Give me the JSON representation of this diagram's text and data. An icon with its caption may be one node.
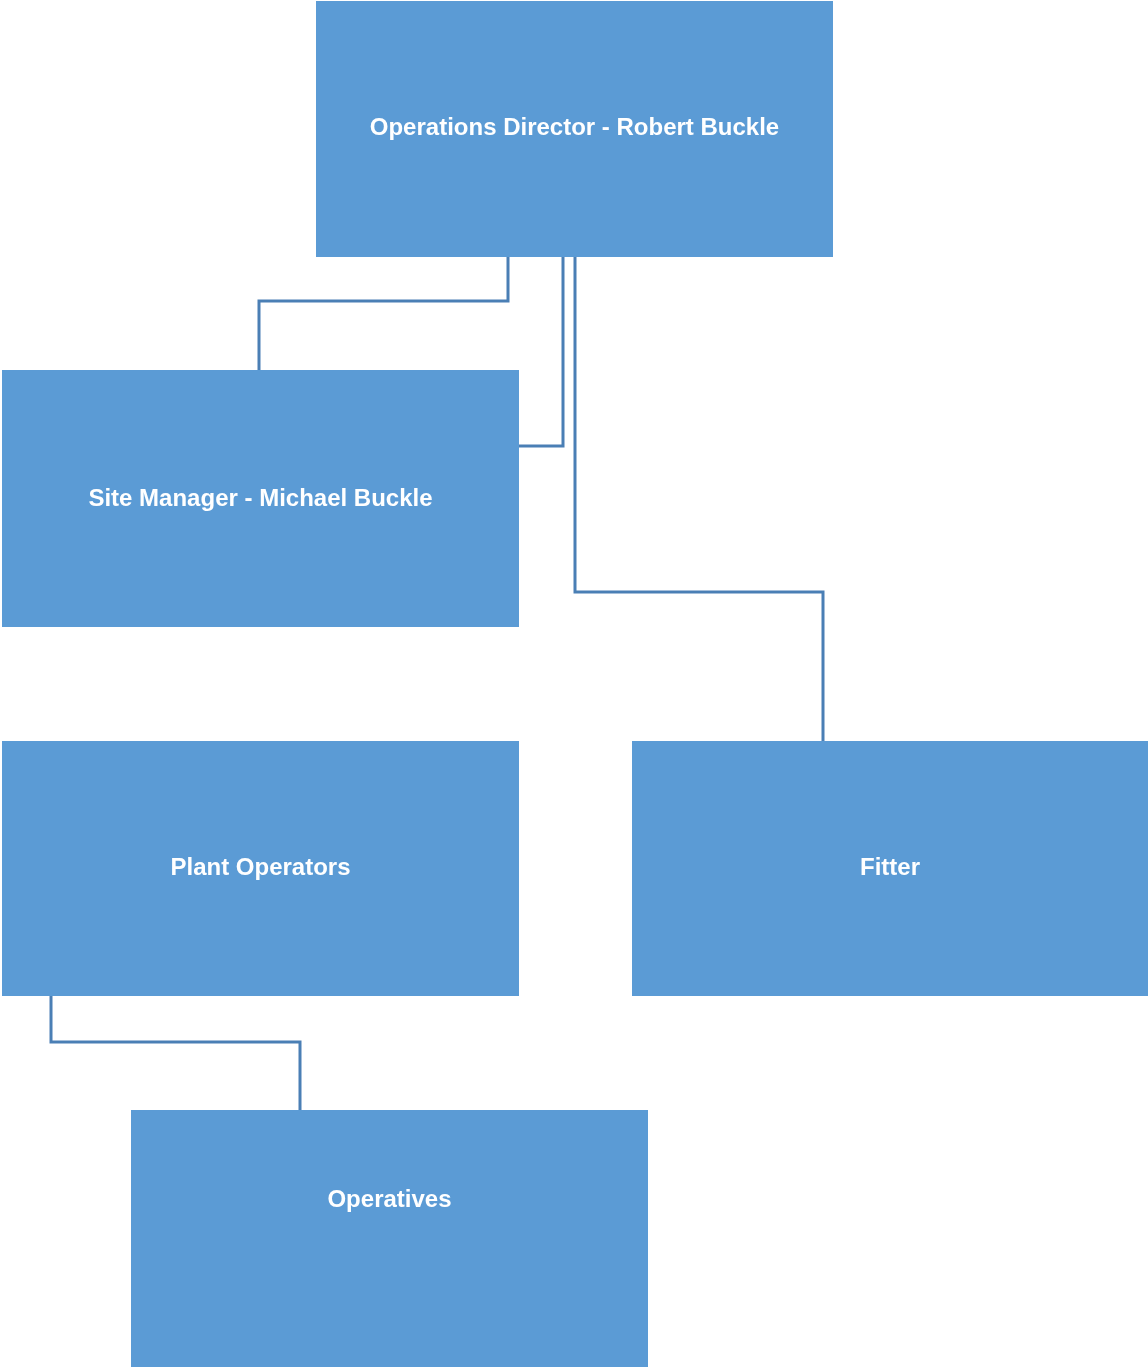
{
  "diagram": {
    "nodes": [
      {
        "text": [
          "Operations Director - Robert Buckle"
        ]
      },
      {
        "text": [
          "Site Manager - Michael Buckle"
        ]
      },
      {
        "text": [
          "Plant Operators"
        ]
      },
      {
        "text": [
          "Fitter"
        ]
      },
      {
        "text": [
          "Operatives"
        ]
      }
    ],
    "edges": [
      {
        "from": 0,
        "to": 1,
        "arrow": "none"
      },
      {
        "from": 0,
        "to": 1,
        "arrow": "none"
      },
      {
        "from": 0,
        "to": 3,
        "arrow": "none"
      },
      {
        "from": 2,
        "to": 4,
        "arrow": "none"
      }
    ]
  }
}
